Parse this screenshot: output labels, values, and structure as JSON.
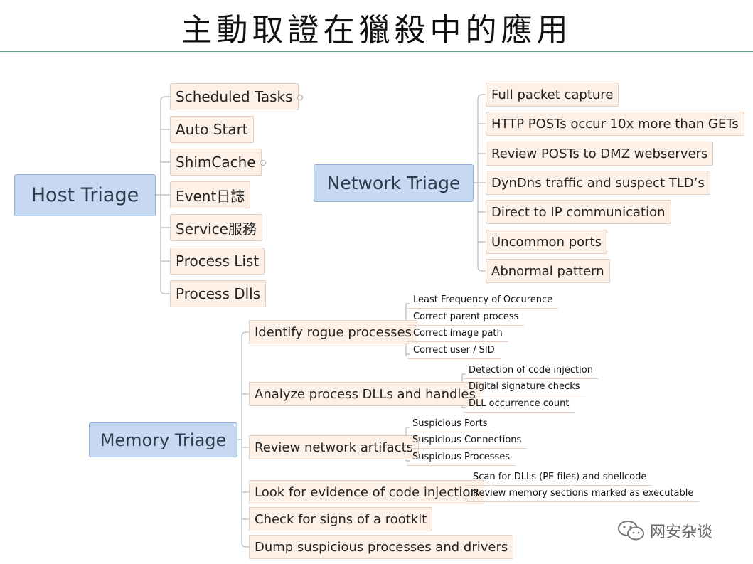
{
  "title": "主動取證在獵殺中的應用",
  "host": {
    "root": "Host Triage",
    "items": [
      "Scheduled Tasks",
      "Auto Start",
      "ShimCache",
      "Event日誌",
      "Service服務",
      "Process List",
      "Process Dlls"
    ]
  },
  "network": {
    "root": "Network Triage",
    "items": [
      "Full packet capture",
      "HTTP POSTs occur 10x more than GETs",
      "Review POSTs to DMZ webservers",
      "DynDns traffic and suspect TLD’s",
      "Direct to IP communication",
      "Uncommon ports",
      "Abnormal pattern"
    ]
  },
  "memory": {
    "root": "Memory Triage",
    "items": [
      {
        "label": "Identify rogue processes",
        "children": [
          "Least Frequency of Occurence",
          "Correct parent process",
          "Correct image path",
          "Correct user / SID"
        ]
      },
      {
        "label": "Analyze process DLLs and handles",
        "children": [
          "Detection of code injection",
          "Digital signature checks",
          "DLL occurrence count"
        ]
      },
      {
        "label": "Review network artifacts",
        "children": [
          "Suspicious Ports",
          "Suspicious Connections",
          "Suspicious Processes"
        ]
      },
      {
        "label": "Look for evidence of code injection",
        "children": [
          "Scan for DLLs (PE files) and shellcode",
          "Review memory sections marked as executable"
        ]
      },
      {
        "label": "Check for signs of a rootkit",
        "children": []
      },
      {
        "label": "Dump suspicious processes and drivers",
        "children": []
      }
    ]
  },
  "watermark": "网安杂谈"
}
